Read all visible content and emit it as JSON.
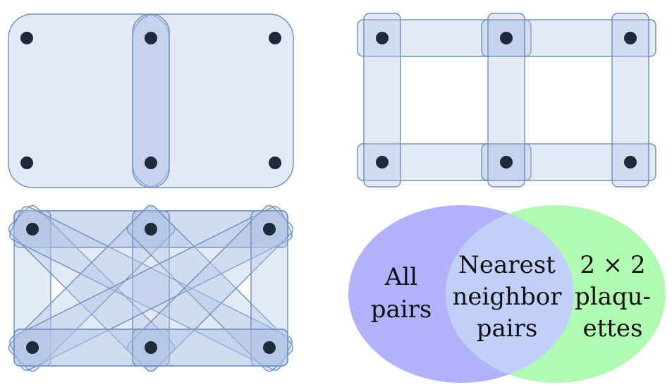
{
  "colors": {
    "hyperedge_fill": "rgba(176,196,228,0.35)",
    "hyperedge_stroke": "#6f8fbf",
    "node": "#1e2a3a",
    "venn_left": "#b1b2fb",
    "venn_right": "#b1fab2",
    "venn_overlap": "#c1d0fa"
  },
  "panels": {
    "all_pairs_grouping": {
      "icon": "hypergraph-2x2-plaquettes"
    },
    "nearest_neighbor_grouping": {
      "icon": "hypergraph-nearest-neighbor-pairs"
    },
    "all_pairs_full": {
      "icon": "hypergraph-all-pairs"
    }
  },
  "venn": {
    "left_label": [
      "All",
      "pairs"
    ],
    "center_label": [
      "Nearest",
      "neighbor",
      "pairs"
    ],
    "right_label": [
      "2 × 2",
      "plaqu-",
      "ettes"
    ]
  }
}
